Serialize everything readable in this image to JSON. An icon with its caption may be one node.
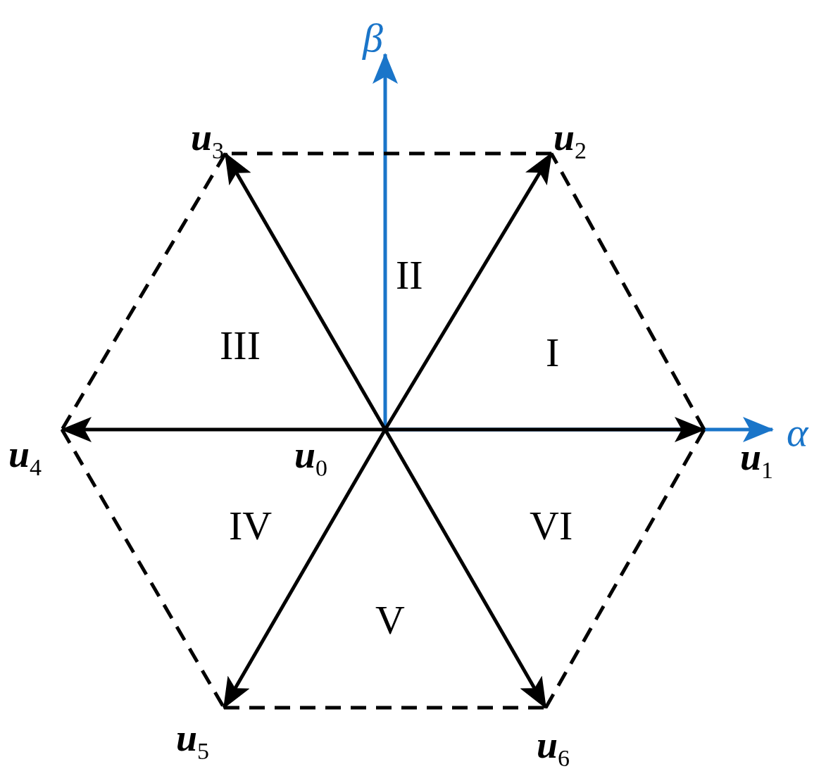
{
  "diagram": {
    "nodes": [
      {
        "text": [
          "**u**$_{0}$"
        ]
      },
      {
        "text": [
          "**u**$_{1}$"
        ]
      },
      {
        "text": [
          "**u**$_{2}$"
        ]
      },
      {
        "text": [
          "**u**$_{3}$"
        ]
      },
      {
        "text": [
          "**u**$_{4}$"
        ]
      },
      {
        "text": [
          "**u**$_{5}$"
        ]
      },
      {
        "text": [
          "**u**$_{6}$"
        ]
      }
    ],
    "edges": [
      {
        "from": 0,
        "to": 1,
        "arrow": "to"
      },
      {
        "from": 0,
        "to": 2,
        "arrow": "to"
      },
      {
        "from": 0,
        "to": 3,
        "arrow": "to"
      },
      {
        "from": 0,
        "to": 4,
        "arrow": "to"
      },
      {
        "from": 0,
        "to": 5,
        "arrow": "to"
      },
      {
        "from": 0,
        "to": 6,
        "arrow": "to"
      },
      {
        "from": 1,
        "to": 2,
        "arrow": "none",
        "style": "dashed"
      },
      {
        "from": 2,
        "to": 3,
        "arrow": "none",
        "style": "dashed"
      },
      {
        "from": 3,
        "to": 4,
        "arrow": "none",
        "style": "dashed"
      },
      {
        "from": 4,
        "to": 5,
        "arrow": "none",
        "style": "dashed"
      },
      {
        "from": 5,
        "to": 6,
        "arrow": "none",
        "style": "dashed"
      },
      {
        "from": 6,
        "to": 1,
        "arrow": "none",
        "style": "dashed"
      }
    ],
    "labels": [
      "β",
      "II",
      "III",
      "I",
      "α",
      "IV",
      "VI",
      "V"
    ]
  }
}
